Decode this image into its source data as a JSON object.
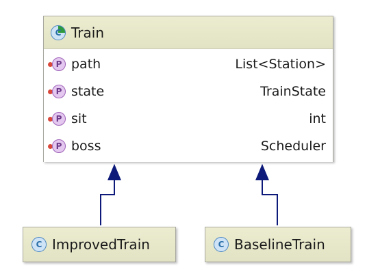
{
  "train": {
    "icon": "abstract-class-icon",
    "name": "Train",
    "members": [
      {
        "icon": "property-icon",
        "name": "path",
        "type": "List<Station>"
      },
      {
        "icon": "property-icon",
        "name": "state",
        "type": "TrainState"
      },
      {
        "icon": "property-icon",
        "name": "sit",
        "type": "int"
      },
      {
        "icon": "property-icon",
        "name": "boss",
        "type": "Scheduler"
      }
    ]
  },
  "subclasses": [
    {
      "icon": "class-icon",
      "name": "ImprovedTrain"
    },
    {
      "icon": "class-icon",
      "name": "BaselineTrain"
    }
  ],
  "icon_letters": {
    "class": "C",
    "property": "P"
  },
  "colors": {
    "arrow": "#0d1a7a",
    "box_fill": "#f3f3e1",
    "visibility_dot": "#d9483b"
  }
}
